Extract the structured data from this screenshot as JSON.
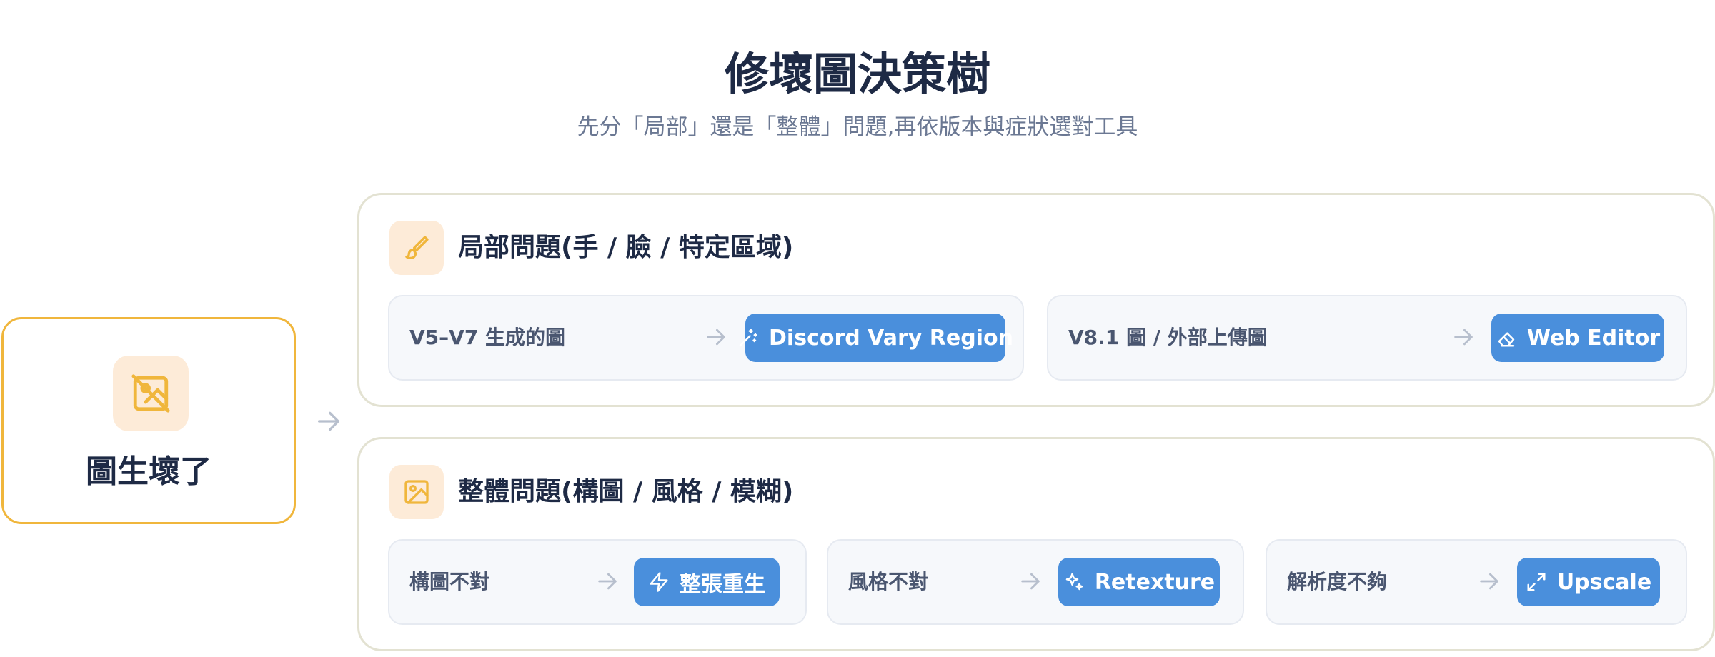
{
  "header": {
    "title": "修壞圖決策樹",
    "subtitle": "先分「局部」還是「整體」問題,再依版本與症狀選對工具"
  },
  "root": {
    "label": "圖生壞了",
    "icon": "image-off-icon"
  },
  "local": {
    "title": "局部問題(手 / 臉 / 特定區域)",
    "icon": "paintbrush-icon",
    "rows": [
      {
        "condition": "V5–V7 生成的圖",
        "tool": "Discord Vary Region",
        "tool_icon": "magic-wand-icon"
      },
      {
        "condition": "V8.1 圖 / 外部上傳圖",
        "tool": "Web Editor",
        "tool_icon": "eraser-icon"
      }
    ]
  },
  "global": {
    "title": "整體問題(構圖 / 風格 / 模糊)",
    "icon": "image-icon",
    "rows": [
      {
        "condition": "構圖不對",
        "tool": "整張重生",
        "tool_icon": "lightning-icon"
      },
      {
        "condition": "風格不對",
        "tool": "Retexture",
        "tool_icon": "sparkles-icon"
      },
      {
        "condition": "解析度不夠",
        "tool": "Upscale",
        "tool_icon": "expand-icon"
      }
    ]
  },
  "colors": {
    "accent": "#f0b63c",
    "button": "#4a8fdc",
    "icon_bg": "#fdebd8",
    "panel_border": "#e3e2d2",
    "row_bg": "#f6f8fb"
  }
}
